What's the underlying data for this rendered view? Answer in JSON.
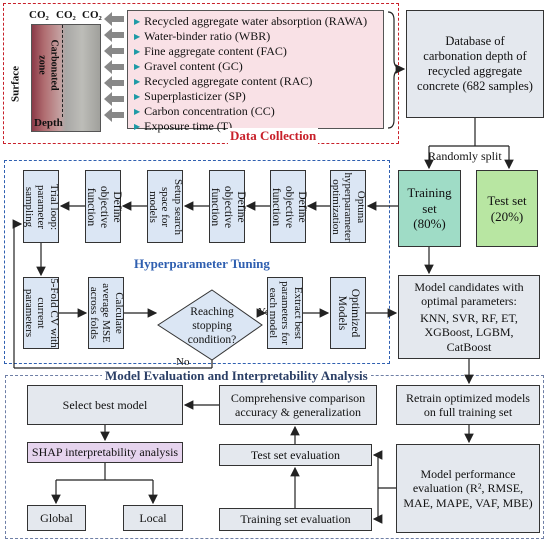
{
  "surface_photo": {
    "co2_labels": [
      "CO₂",
      "CO₂",
      "CO₂"
    ],
    "surface_label": "Surface",
    "zone_label": "Carbonated zone",
    "depth_label": "Depth"
  },
  "features": [
    "Recycled aggregate water absorption (RAWA)",
    "Water-binder ratio (WBR)",
    "Fine aggregate content (FAC)",
    "Gravel content (GC)",
    "Recycled aggregate content (RAC)",
    "Superplasticizer (SP)",
    "Carbon concentration (CC)",
    "Exposure time (T)"
  ],
  "data_collection_title": "Data Collection",
  "database_box": "Database of carbonation depth of recycled aggregate concrete (682 samples)",
  "split_label": "Randomly split",
  "training_set": "Training set (80%)",
  "test_set": "Test set (20%)",
  "hyper": {
    "title": "Hyperparameter Tuning",
    "optuna": "Optuna hyperparameter optimization",
    "define_obj_1": "Define objective function",
    "define_obj_2": "Define objective function",
    "setup_search": "Setup search space for models",
    "define_obj_3": "Define objective function",
    "trial_loop": "Trial loop: parameter sampling",
    "cv": "5-Fold CV with current parameters",
    "calc_mse": "Calculate average MSE across folds",
    "decision": "Reaching stopping condition?",
    "yes": "Yes",
    "no": "No",
    "extract": "Extract best parameters for each model",
    "optimized": "Optimized Models"
  },
  "model_candidates": {
    "title": "Model candidates with optimal parameters:",
    "list": "KNN, SVR, RF, ET, XGBoost, LGBM, CatBoost"
  },
  "eval": {
    "title": "Model Evaluation and Interpretability Analysis",
    "select_best": "Select best model",
    "comparison": "Comprehensive comparison accuracy & generalization",
    "retrain": "Retrain optimized models on full training set",
    "shap": "SHAP interpretability analysis",
    "test_eval": "Test set evaluation",
    "perf_eval": "Model performance evaluation (R², RMSE, MAE, MAPE, VAF, MBE)",
    "training_eval": "Training set evaluation",
    "global": "Global",
    "local": "Local"
  },
  "colors": {
    "feature_bg": "#f9e1e6",
    "train_bg": "#9fdcc6",
    "test_bg": "#b8e6a2",
    "step_bg": "#dbe6f4",
    "gray_bg": "#e4e8ee",
    "shap_bg": "#e6d4ee",
    "red_dash": "#c8202a",
    "blue_dash": "#2f5fb0",
    "bullet": "#1d9aa6"
  }
}
